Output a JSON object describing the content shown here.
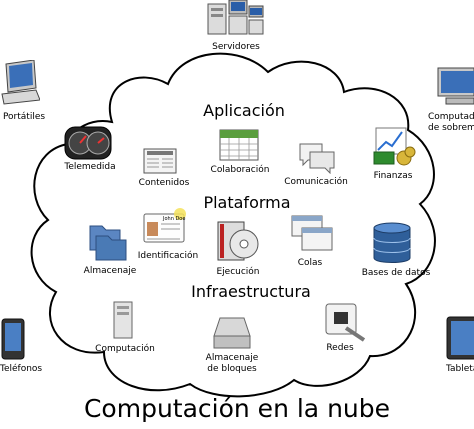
{
  "title": "Computación en la nube",
  "sections": {
    "application": "Aplicación",
    "platform": "Plataforma",
    "infrastructure": "Infraestructura"
  },
  "outside": {
    "servers": "Servidores",
    "laptops": "Portátiles",
    "desktops": "Computadoras\nde sobremesa",
    "phones": "Teléfonos",
    "tablets": "Tabletas"
  },
  "application_items": {
    "telemetry": "Telemedida",
    "collaboration": "Colaboración",
    "content": "Contenidos",
    "communication": "Comunicación",
    "finance": "Finanzas"
  },
  "platform_items": {
    "storage": "Almacenaje",
    "identity": "Identificación",
    "runtime": "Ejecución",
    "queues": "Colas",
    "databases": "Bases de datos"
  },
  "infrastructure_items": {
    "compute": "Computación",
    "block_storage": "Almacenaje\nde bloques",
    "network": "Redes"
  },
  "id_card": {
    "name": "John Doe"
  },
  "colors": {
    "cloud_stroke": "#000000",
    "folder": "#4a7ab5",
    "database": "#2f5f9a",
    "finance_green": "#2e8b2e"
  }
}
